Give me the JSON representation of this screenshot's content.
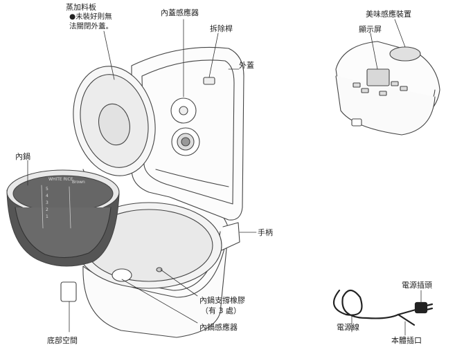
{
  "labels": {
    "steam_vent_line1": "蒸加料板",
    "steam_vent_line2": "●未裝好則無",
    "steam_vent_line3": "法關閉外蓋。",
    "inner_lid_sensor": "內蓋感應器",
    "removal_handle": "拆除桿",
    "outer_lid": "外蓋",
    "flavor_sensor": "美味感應裝置",
    "display": "顯示屏",
    "inner_pot": "內鍋",
    "carry_handle": "手柄",
    "pot_support_line1": "內鍋支撐橡膠",
    "pot_support_line2": "（有 3 處）",
    "pot_sensor": "內鍋感應器",
    "power_plug": "電源插頭",
    "power_cord": "電源線",
    "bottom_left_partial": "底部空間",
    "bottom_right_partial": "本體插口"
  },
  "pot_markings": [
    "WHITE RICE",
    "Brown",
    "5",
    "4",
    "3",
    "2",
    "1"
  ]
}
